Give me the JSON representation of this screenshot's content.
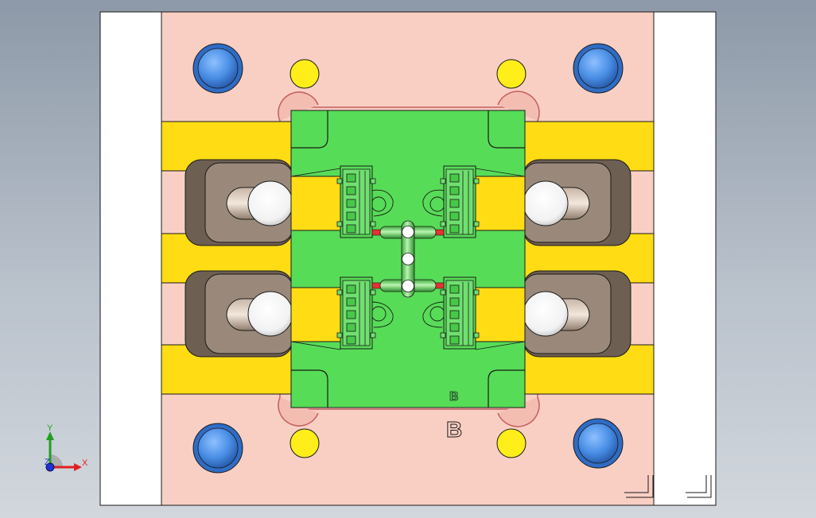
{
  "viewport": {
    "background_top": "#8d99a8",
    "background_bottom": "#d2d7dd"
  },
  "colors": {
    "clamp_plate": "#ffffff",
    "cavity_plate": "#f9cfc4",
    "rail": "#ffdc14",
    "slider_body": "#8f7f72",
    "insert": "#57dc57",
    "guide_pillar": "#4a8fe6",
    "return_pin": "#ffee1a",
    "runner": "#e63232",
    "outline": "#1a1a1a"
  },
  "labels": {
    "insert_mark": "B",
    "plate_mark": "B"
  },
  "triad": {
    "x_label": "X",
    "y_label": "Y",
    "z_label": "Z"
  },
  "icons": [
    "guide-pillar-icon",
    "return-pin-icon",
    "slider-pin-icon",
    "corner-mark-icon",
    "axis-triad-icon"
  ]
}
